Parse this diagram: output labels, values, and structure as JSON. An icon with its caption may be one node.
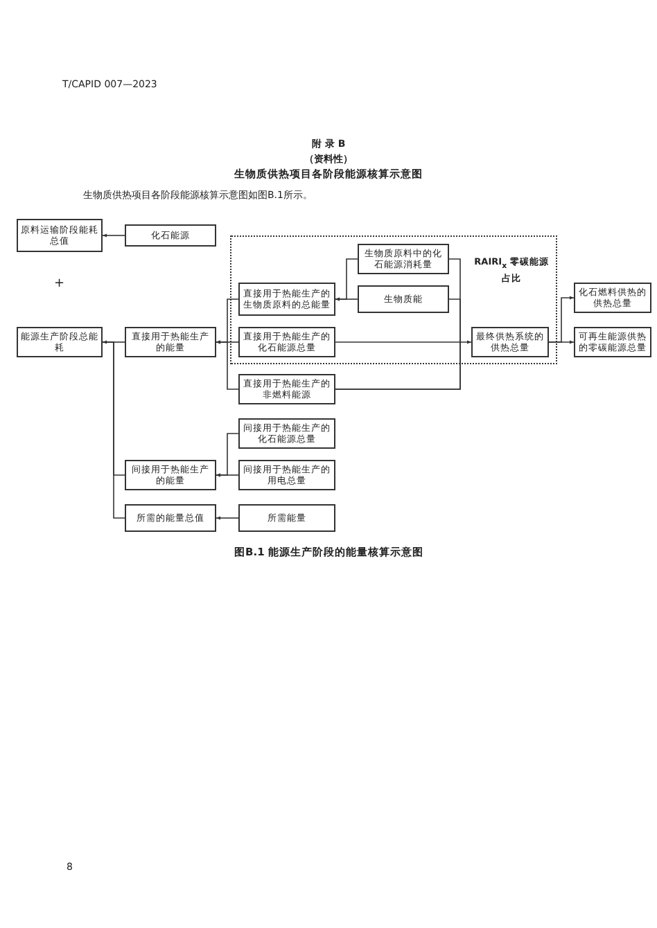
{
  "diagram": {
    "title": "生物质供热项目各阶段能源核算示意图",
    "caption": "图B.1 能源生产阶段的能量核算示意图",
    "nodes": [
      {
        "text": [
          "原料运输阶段能耗总值"
        ]
      },
      {
        "text": [
          "化石能源"
        ]
      },
      {
        "text": [
          "能源生产阶段总能耗"
        ]
      },
      {
        "text": [
          "直接用于热能生产的能量"
        ]
      },
      {
        "text": [
          "RAIRI$_{x}$ 零碳能源占比"
        ]
      },
      {
        "text": [
          "直接用于热能生产的生物质原料的总能量"
        ],
        "in": 4
      },
      {
        "text": [
          "生物质原料中的化石能源消耗量"
        ],
        "in": 4
      },
      {
        "text": [
          "生物质能"
        ],
        "in": 4
      },
      {
        "text": [
          "直接用于热能生产的化石能源总量"
        ],
        "in": 4
      },
      {
        "text": [
          "直接用于热能生产的非燃料能源"
        ]
      },
      {
        "text": [
          "最终供热系统的供热总量"
        ],
        "in": 4
      },
      {
        "text": [
          "化石燃料供热的供热总量"
        ]
      },
      {
        "text": [
          "可再生能源供热的零碳能源总量"
        ]
      },
      {
        "text": [
          "间接用于热能生产的能量"
        ]
      },
      {
        "text": [
          "间接用于热能生产的化石能源总量"
        ]
      },
      {
        "text": [
          "间接用于热能生产的用电总量"
        ]
      },
      {
        "text": [
          "所需的能量总值"
        ]
      },
      {
        "text": [
          "所需能量"
        ]
      }
    ],
    "edges": [
      {
        "from": 1,
        "to": 0,
        "arrow": "to"
      },
      {
        "from": 3,
        "to": 2,
        "arrow": "to"
      },
      {
        "from": 5,
        "to": 3,
        "arrow": "to"
      },
      {
        "from": 8,
        "to": 3,
        "arrow": "to"
      },
      {
        "from": 9,
        "to": 3,
        "arrow": "to"
      },
      {
        "from": 6,
        "to": 5,
        "arrow": "to"
      },
      {
        "from": 7,
        "to": 5,
        "arrow": "to"
      },
      {
        "from": 9,
        "to": 6,
        "arrow": "none"
      },
      {
        "from": 9,
        "to": 7,
        "arrow": "none"
      },
      {
        "from": 8,
        "to": 10,
        "arrow": "to"
      },
      {
        "from": 10,
        "to": 11,
        "arrow": "to"
      },
      {
        "from": 10,
        "to": 12,
        "arrow": "to"
      },
      {
        "from": 13,
        "to": 2,
        "arrow": "none"
      },
      {
        "from": 16,
        "to": 2,
        "arrow": "none"
      },
      {
        "from": 14,
        "to": 13,
        "arrow": "to"
      },
      {
        "from": 15,
        "to": 13,
        "arrow": "to"
      },
      {
        "from": 17,
        "to": 16,
        "arrow": "to"
      }
    ],
    "labels": [
      "T/CAPID 007—2023",
      "附 录 B",
      "（资料性）",
      "生物质供热项目各阶段能源核算示意图如图B.1所示。",
      "+",
      "8"
    ]
  }
}
